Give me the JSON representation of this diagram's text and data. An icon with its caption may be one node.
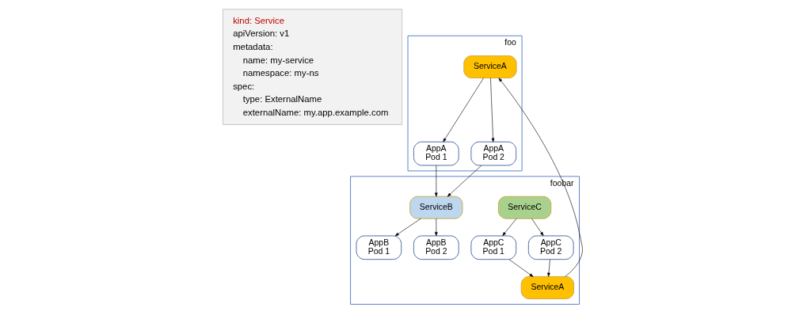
{
  "diagram": {
    "nodes": [
      {
        "text": [
          "kind: Service",
          "apiVersion: v1",
          "metadata:",
          "name: my-service",
          "namespace: my-ns",
          "spec:",
          "type: ExternalName",
          "externalName: my.app.example.com"
        ]
      },
      {
        "text": [
          "foobar"
        ]
      },
      {
        "text": [
          "ServiceC"
        ],
        "in": 1
      },
      {
        "text": [
          "AppC Pod 1"
        ],
        "in": 1
      },
      {
        "text": [
          "AppC Pod 2"
        ],
        "in": 1
      },
      {
        "text": [
          "ServiceA"
        ],
        "in": 1
      },
      {
        "text": [
          "ServiceB"
        ],
        "in": 1
      },
      {
        "text": [
          "AppB Pod 1"
        ],
        "in": 1
      },
      {
        "text": [
          "AppB Pod 2"
        ],
        "in": 1
      },
      {
        "text": [
          "foo"
        ]
      },
      {
        "text": [
          "ServiceA"
        ],
        "in": 9
      },
      {
        "text": [
          "AppA Pod 1"
        ],
        "in": 9
      },
      {
        "text": [
          "AppA Pod 2"
        ],
        "in": 9
      }
    ],
    "edges": [
      {
        "from": 2,
        "to": 3,
        "arrow": "to"
      },
      {
        "from": 2,
        "to": 4,
        "arrow": "to"
      },
      {
        "from": 3,
        "to": 5,
        "arrow": "to"
      },
      {
        "from": 4,
        "to": 5,
        "arrow": "to"
      },
      {
        "from": 5,
        "to": 10,
        "arrow": "to"
      },
      {
        "from": 10,
        "to": 11,
        "arrow": "to"
      },
      {
        "from": 10,
        "to": 12,
        "arrow": "to"
      },
      {
        "from": 11,
        "to": 6,
        "arrow": "to"
      },
      {
        "from": 12,
        "to": 6,
        "arrow": "to"
      },
      {
        "from": 6,
        "to": 7,
        "arrow": "to"
      },
      {
        "from": 6,
        "to": 8,
        "arrow": "to"
      }
    ]
  }
}
